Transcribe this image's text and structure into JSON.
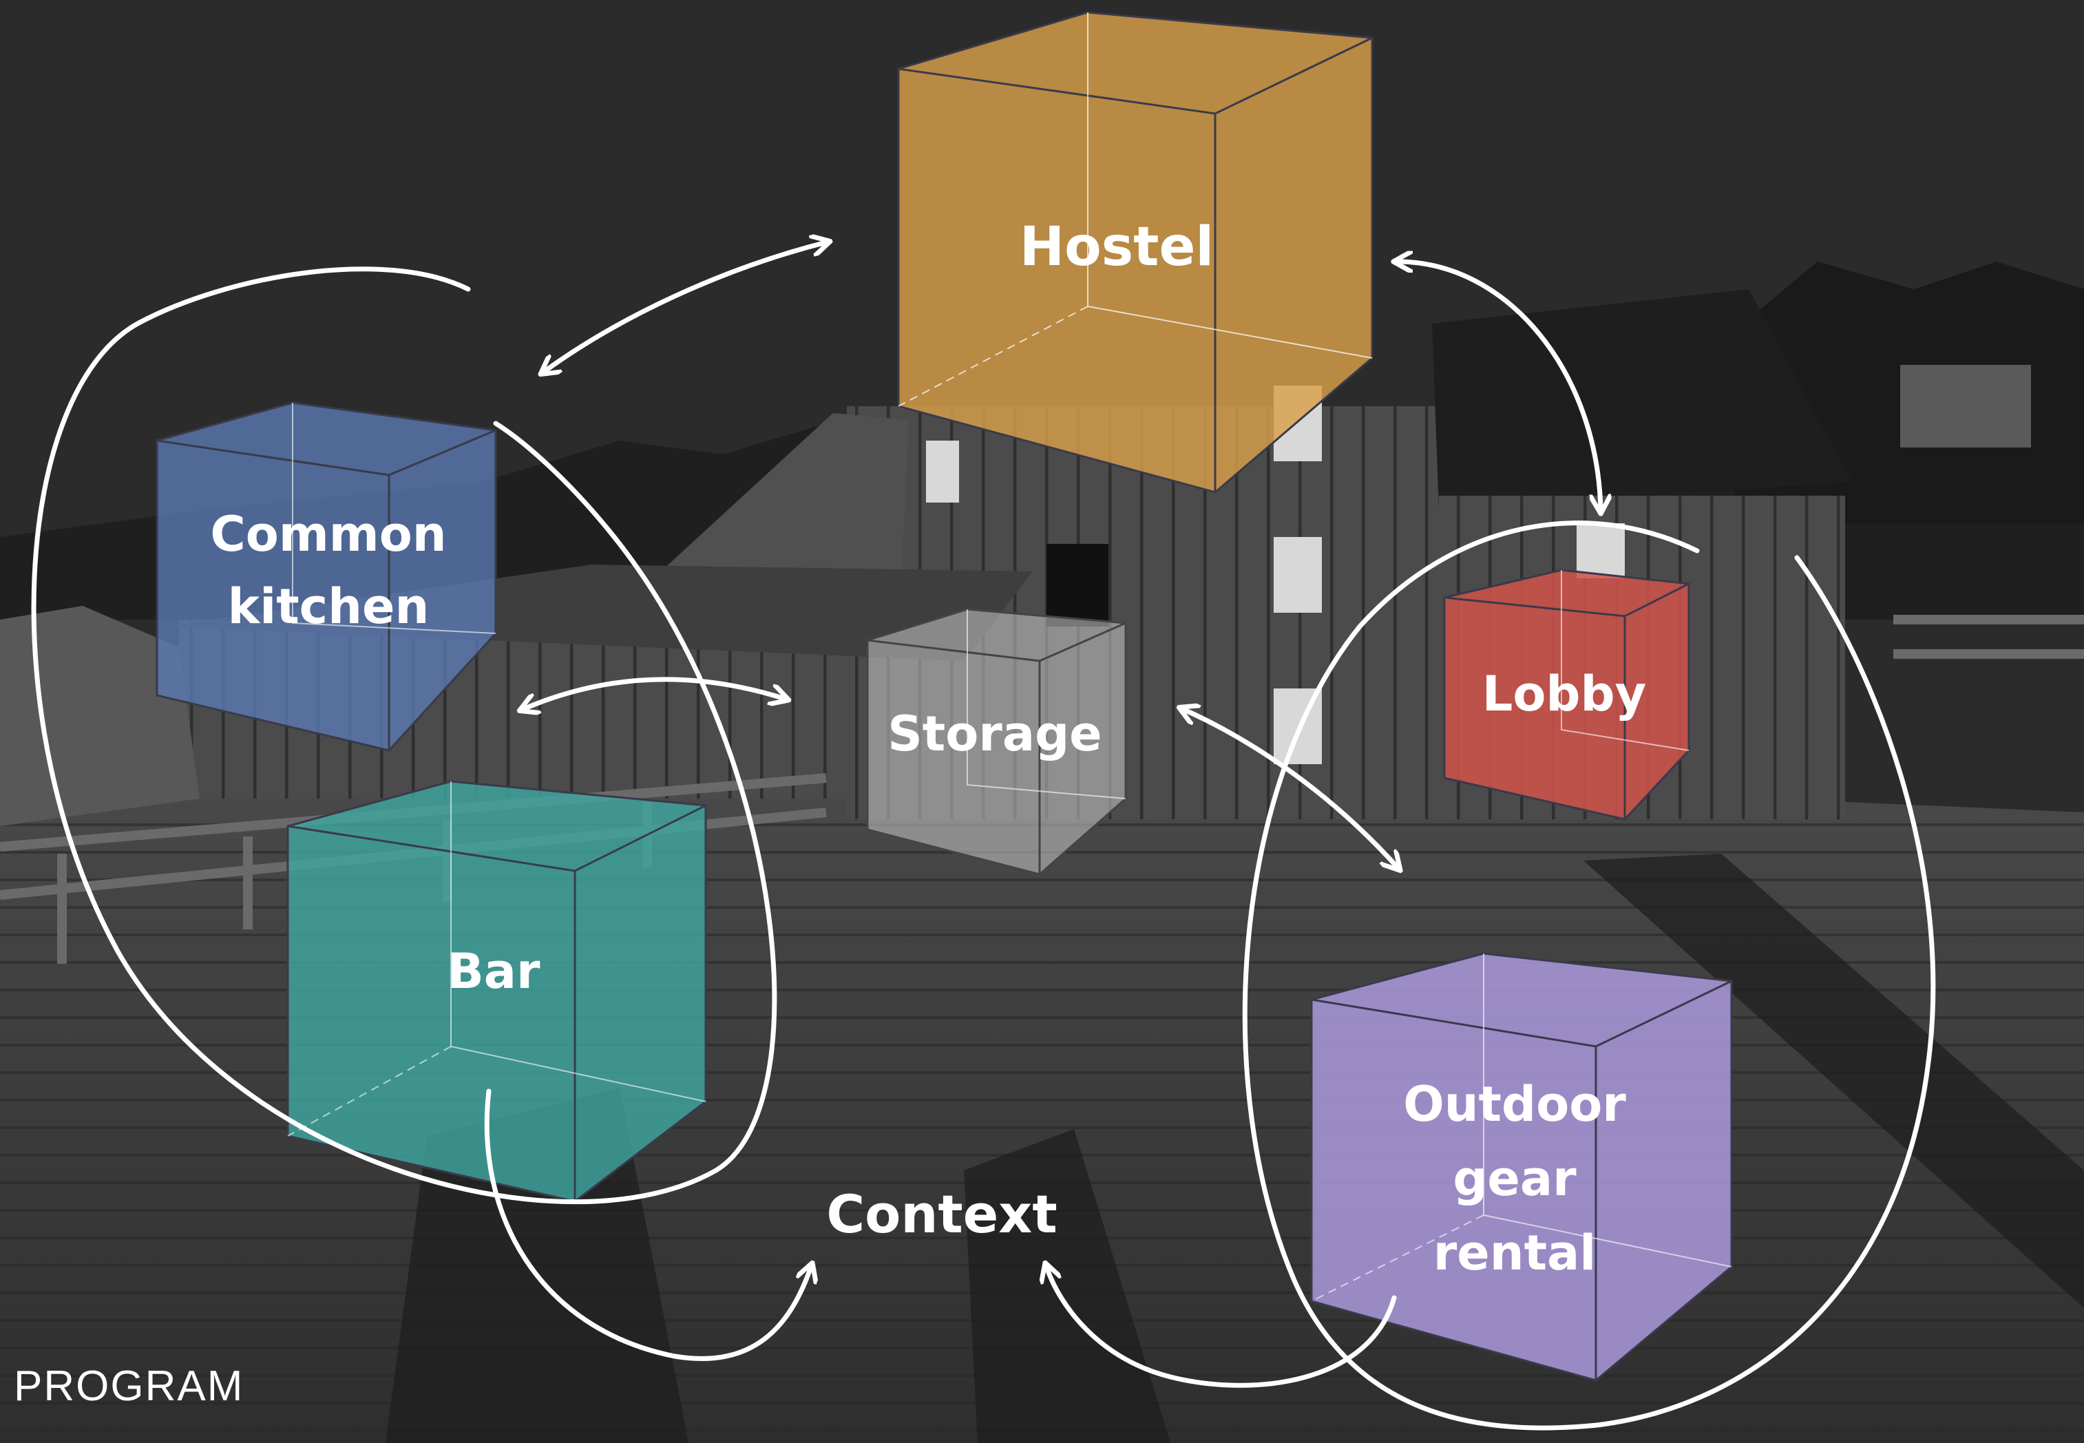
{
  "caption": "PROGRAM",
  "context": {
    "label": "Context"
  },
  "cubes": [
    {
      "id": "hostel",
      "lines": [
        "Hostel"
      ],
      "color": "#d9a04a"
    },
    {
      "id": "common-kitchen",
      "lines": [
        "Common",
        "kitchen"
      ],
      "color": "#5b7bb5"
    },
    {
      "id": "storage",
      "lines": [
        "Storage"
      ],
      "color": "#bdbdbd"
    },
    {
      "id": "lobby",
      "lines": [
        "Lobby"
      ],
      "color": "#d0544a"
    },
    {
      "id": "bar",
      "lines": [
        "Bar"
      ],
      "color": "#3fa6a0"
    },
    {
      "id": "outdoor-gear-rental",
      "lines": [
        "Outdoor",
        "gear",
        "rental"
      ],
      "color": "#a796d8"
    }
  ],
  "colors": {
    "line": "#ffffff",
    "sky": "#2b2b2b",
    "ground": "#3c3c3c"
  }
}
